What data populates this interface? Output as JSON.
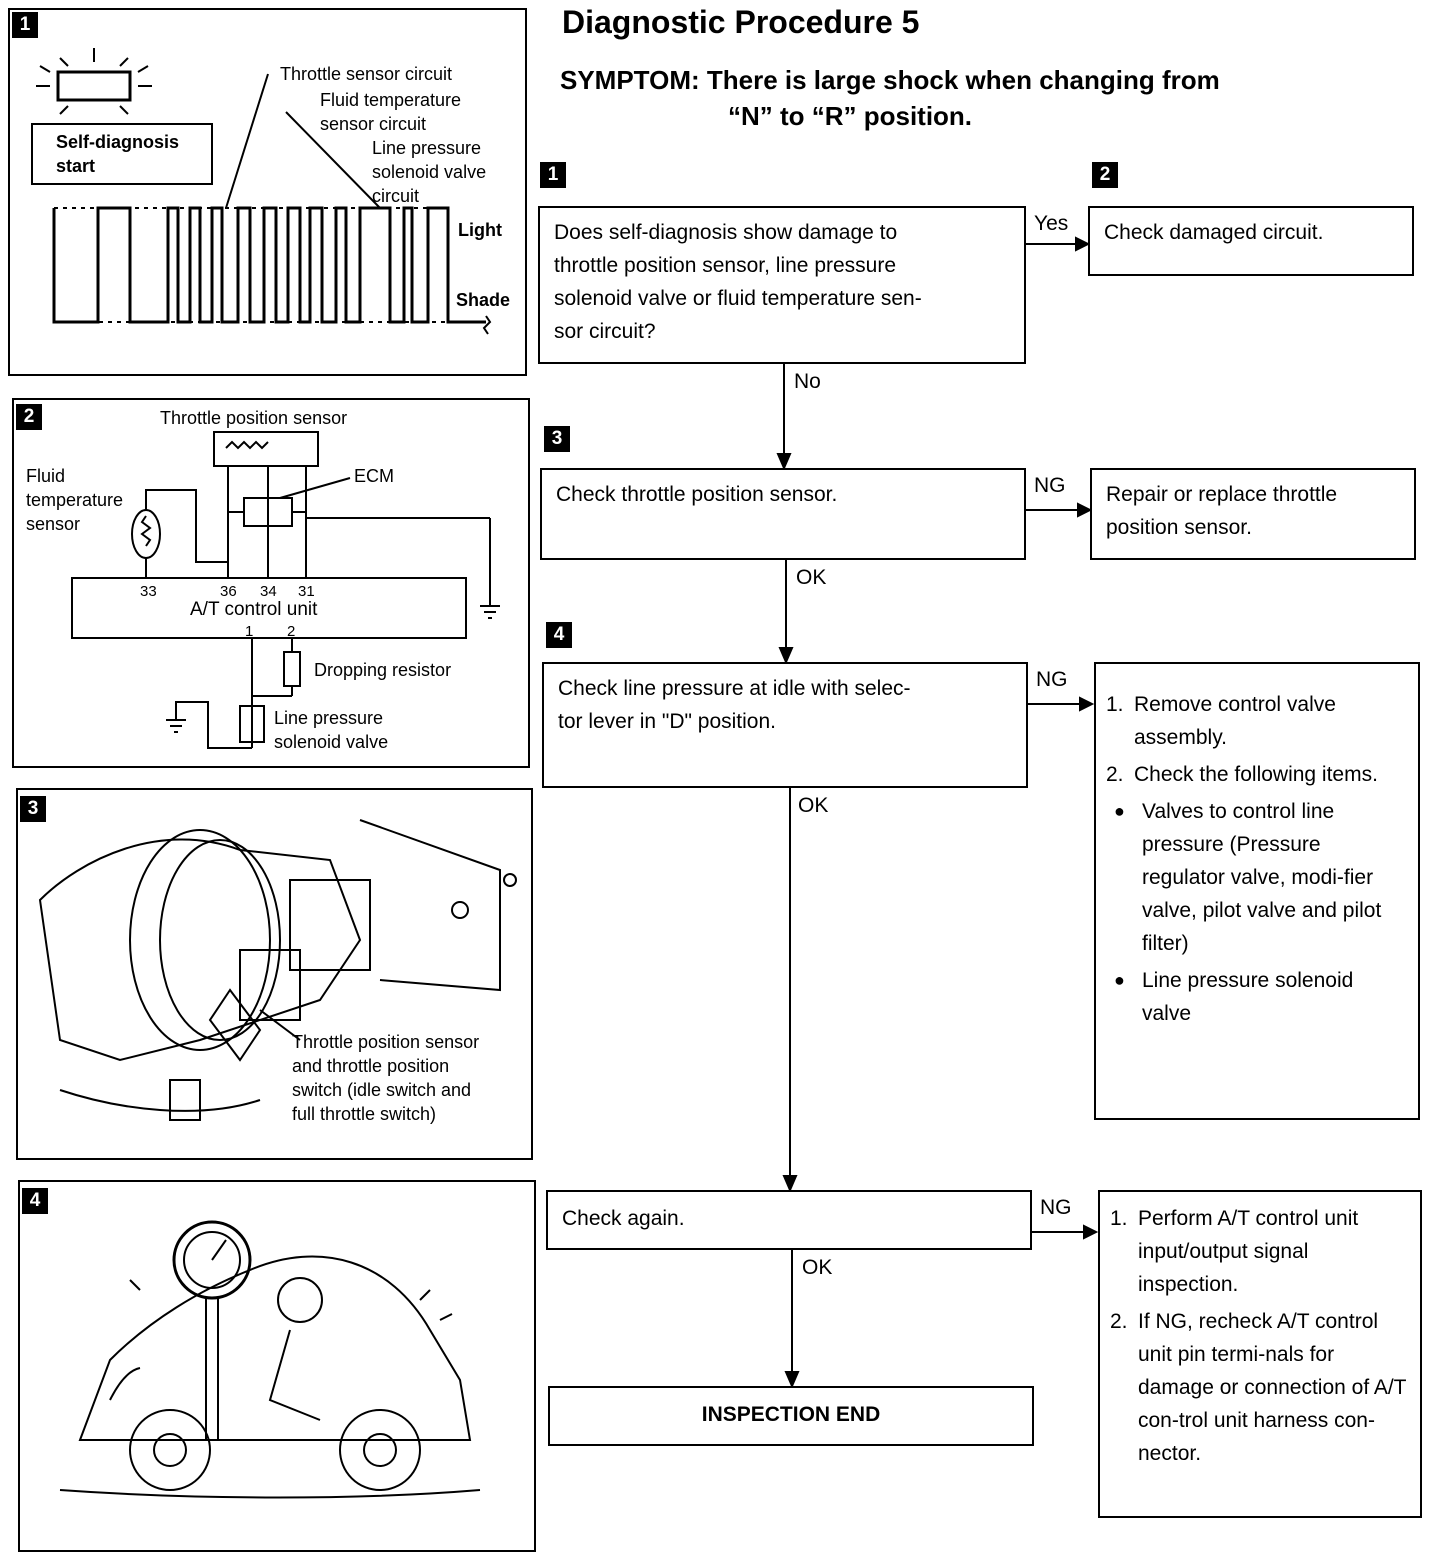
{
  "title": "Diagnostic Procedure 5",
  "symptom": {
    "line1": "SYMPTOM: There is large shock when changing from",
    "line2": "“N” to “R” position."
  },
  "figures": {
    "fig1": {
      "number": "1",
      "self_diagnosis": "Self-diagnosis\nstart",
      "throttle_circuit": "Throttle sensor circuit",
      "fluid_circuit": "Fluid temperature\nsensor circuit",
      "line_pressure_circuit": "Line pressure\nsolenoid valve\ncircuit",
      "light": "Light",
      "shade": "Shade"
    },
    "fig2": {
      "number": "2",
      "throttle_sensor": "Throttle position sensor",
      "ecm": "ECM",
      "fluid_sensor": "Fluid\ntemperature\nsensor",
      "pin33": "33",
      "pin36": "36",
      "pin34": "34",
      "pin31": "31",
      "control_unit": "A/T control unit",
      "pin1": "1",
      "pin2": "2",
      "dropping_resistor": "Dropping resistor",
      "solenoid": "Line pressure\nsolenoid valve"
    },
    "fig3": {
      "number": "3",
      "caption": "Throttle position sensor\nand throttle position\nswitch (idle switch and\nfull throttle switch)"
    },
    "fig4": {
      "number": "4"
    }
  },
  "steps": {
    "s1": {
      "number": "1",
      "text": "Does self-diagnosis show damage to\nthrottle position sensor, line pressure\nsolenoid valve or fluid temperature sen-\nsor circuit?"
    },
    "s2": {
      "number": "2",
      "text": "Check damaged circuit."
    },
    "s3": {
      "number": "3",
      "text": "Check throttle position sensor."
    },
    "s3_ng": {
      "text": "Repair or replace throttle\nposition sensor."
    },
    "s4": {
      "number": "4",
      "text": "Check line pressure at idle with selec-\ntor lever in \"D\" position."
    },
    "s4_ng": {
      "items": [
        {
          "marker": "1.",
          "text": "Remove control valve assembly."
        },
        {
          "marker": "2.",
          "text": "Check the following items."
        },
        {
          "marker": "●",
          "text": "Valves to control line pressure (Pressure regulator valve, modi-fier valve, pilot valve and pilot filter)"
        },
        {
          "marker": "●",
          "text": "Line pressure solenoid valve"
        }
      ]
    },
    "s5": {
      "text": "Check again."
    },
    "s5_ng": {
      "items": [
        {
          "marker": "1.",
          "text": "Perform A/T control unit input/output signal inspection."
        },
        {
          "marker": "2.",
          "text": "If NG, recheck A/T control unit pin termi-nals for damage or connection of A/T con-trol unit harness con-nector."
        }
      ]
    },
    "end": {
      "text": "INSPECTION END"
    }
  },
  "connectors": {
    "yes": "Yes",
    "no": "No",
    "ng1": "NG",
    "ok1": "OK",
    "ng2": "NG",
    "ok2": "OK",
    "ng3": "NG",
    "ok3": "OK"
  }
}
